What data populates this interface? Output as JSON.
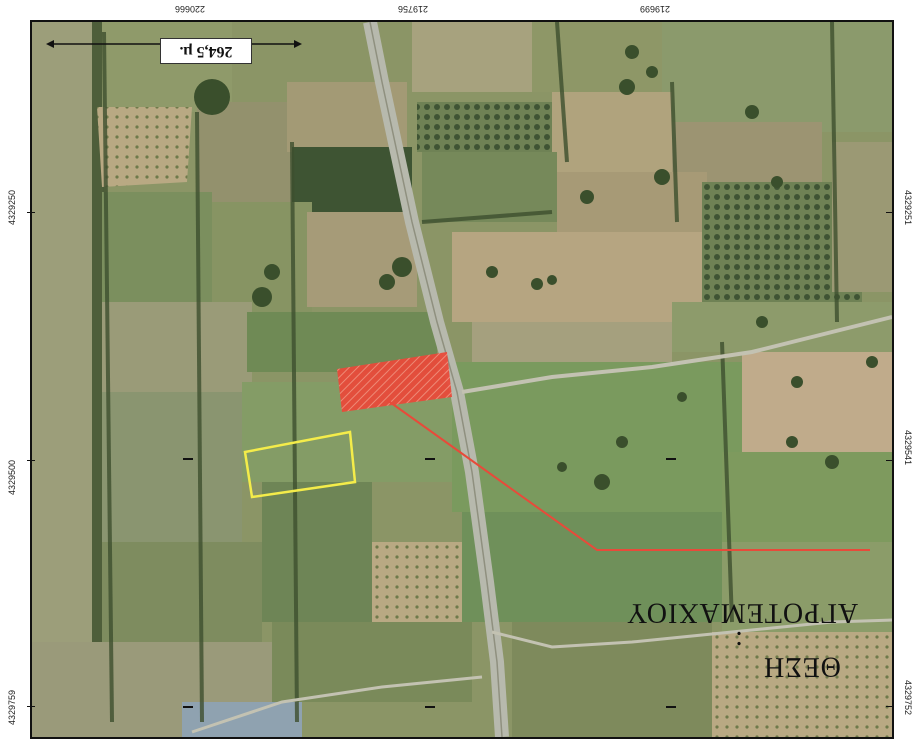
{
  "map": {
    "scale_bar_label": "264,5 μ.",
    "caption_line1": "ΑΓΡΟΤΕΜΑΧΙΟΥ",
    "caption_colon": ":",
    "caption_line2": "ΘΕΣΗ",
    "top_tick_labels": [
      "220666",
      "219756",
      "219699"
    ],
    "left_tick_labels": [
      "4329250",
      "4329500",
      "4329759"
    ],
    "right_tick_labels": [
      "4329251",
      "4329541",
      "4329752"
    ],
    "colors": {
      "highlight_parcel": "#e84a3a",
      "study_parcel_outline": "#f4ec4a",
      "leader_line": "#e84a3a",
      "road": "#b7b9ad",
      "frame": "#111111"
    },
    "icon_names": [
      "scale-bar-icon",
      "north-arrow-absent"
    ]
  }
}
